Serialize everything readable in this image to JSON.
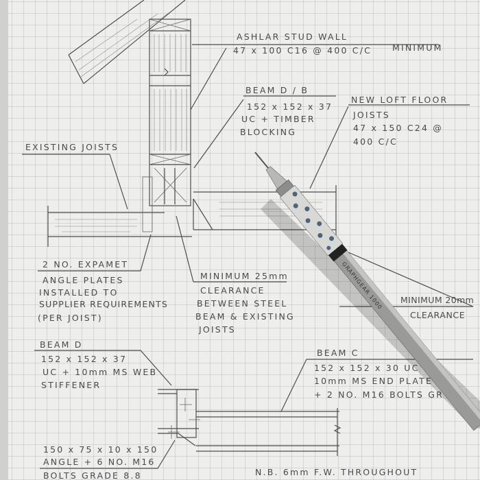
{
  "labels": {
    "ashlar": {
      "title": "ASHLAR STUD WALL",
      "line1": "47 x 100 C16 @ 400 C/C",
      "line2": "MINIMUM"
    },
    "beam_db": {
      "title": "BEAM D / B",
      "lines": [
        "152 x 152 x 37",
        "UC + TIMBER",
        "BLOCKING"
      ]
    },
    "new_loft": {
      "title": "NEW LOFT FLOOR",
      "lines": [
        "JOISTS",
        "47 x 150 C24 @",
        "400 C/C"
      ]
    },
    "existing_joists": {
      "title": "EXISTING JOISTS"
    },
    "expamet": {
      "title": "2 NO. EXPAMET",
      "lines": [
        "ANGLE PLATES",
        "INSTALLED TO",
        "SUPPLIER REQUIREMENTS",
        "(PER JOIST)"
      ]
    },
    "clearance_25": {
      "title": "MINIMUM 25mm",
      "lines": [
        "CLEARANCE",
        "BETWEEN STEEL",
        "BEAM & EXISTING",
        "JOISTS"
      ]
    },
    "clearance_20": {
      "title": "MINIMUM 20mm",
      "lines": [
        "CLEARANCE"
      ]
    },
    "beam_d": {
      "title": "BEAM D",
      "lines": [
        "152 x 152 x 37",
        "UC + 10mm MS WEB",
        "STIFFENER"
      ]
    },
    "beam_c": {
      "title": "BEAM C",
      "lines": [
        "152 x 152 x 30 UC +",
        "10mm MS END PLATE",
        "+ 2 NO. M16 BOLTS GR"
      ]
    },
    "angle": {
      "lines": [
        "150 x 75 x 10 x 150",
        "ANGLE + 6 NO. M16"
      ],
      "last": "BOLTS GRADE 8.8"
    },
    "note": "N.B. 6mm F.W. THROUGHOUT"
  },
  "pencil": {
    "brand": "GRAPHGEAR 1000"
  },
  "colors": {
    "paper": "#eeeeec",
    "graphite": "#4a4a4a",
    "pencil_body": "#9a9a98"
  }
}
